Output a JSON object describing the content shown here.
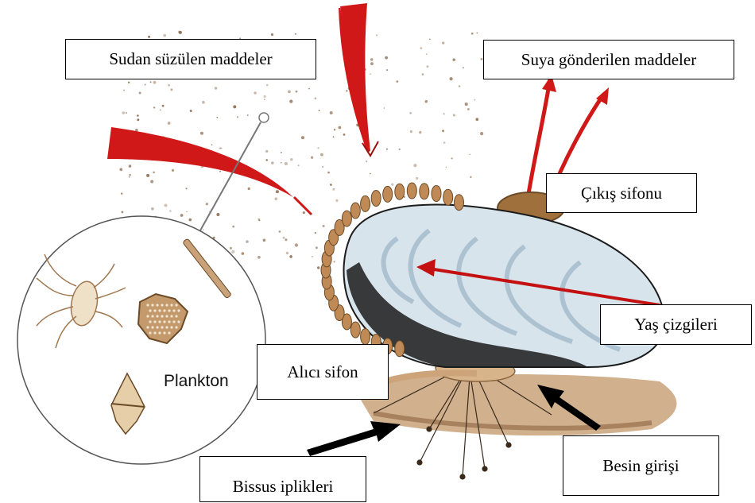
{
  "labels": {
    "filtered": "Sudan süzülen maddeler",
    "sent": "Suya gönderilen maddeler",
    "exit_siphon": "Çıkış sifonu",
    "age_lines": "Yaş çizgileri",
    "inlet_siphon": "Alıcı sifon",
    "food_inlet": "Besin girişi",
    "byssus": "Bissus iplikleri",
    "plankton": "Plankton"
  },
  "colors": {
    "arrow_red": "#d01818",
    "shell_light": "#d8e4ec",
    "shell_dark": "#1b1b1b",
    "siphon_brown": "#a0703c",
    "ground": "#c9a27a",
    "particles": "#8a6a4e"
  }
}
